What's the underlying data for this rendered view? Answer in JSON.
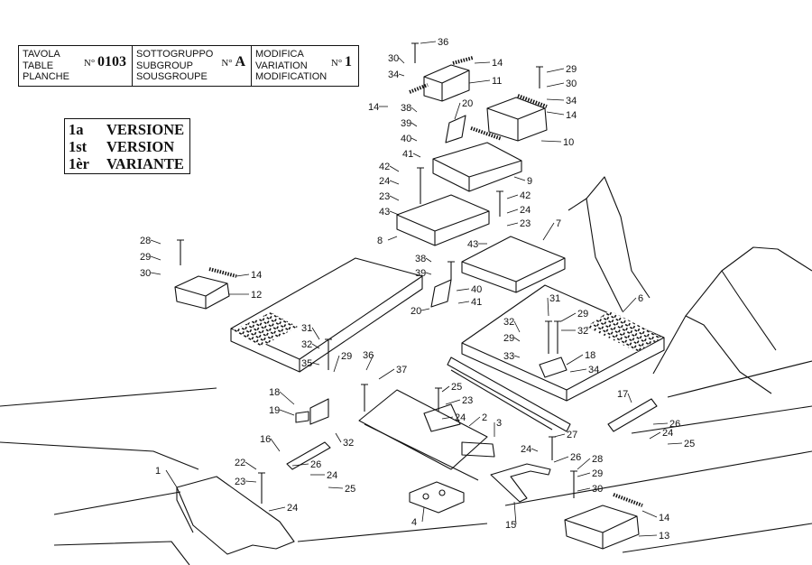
{
  "title_block": {
    "table": {
      "labels": [
        "TAVOLA",
        "TABLE",
        "PLANCHE"
      ],
      "prefix": "N°",
      "number": "0103"
    },
    "subgroup": {
      "labels": [
        "SOTTOGRUPPO",
        "SUBGROUP",
        "SOUSGROUPE"
      ],
      "prefix": "N°",
      "number": "A"
    },
    "variation": {
      "labels": [
        "MODIFICA",
        "VARIATION",
        "MODIFICATION"
      ],
      "prefix": "N°",
      "number": "1"
    }
  },
  "version_box": {
    "rows": [
      {
        "num": "1a",
        "word": "VERSIONE"
      },
      {
        "num": "1st",
        "word": "VERSION"
      },
      {
        "num": "1èr",
        "word": "VARIANTE"
      }
    ]
  },
  "callouts": [
    "36",
    "30",
    "34",
    "14",
    "11",
    "29",
    "30",
    "34",
    "14",
    "38",
    "39",
    "40",
    "20",
    "14",
    "10",
    "41",
    "42",
    "24",
    "23",
    "43",
    "9",
    "42",
    "24",
    "23",
    "8",
    "43",
    "7",
    "28",
    "29",
    "30",
    "14",
    "12",
    "38",
    "39",
    "40",
    "20",
    "41",
    "31",
    "29",
    "32",
    "32",
    "29",
    "6",
    "33",
    "18",
    "34",
    "31",
    "32",
    "35",
    "29",
    "36",
    "37",
    "25",
    "23",
    "24",
    "2",
    "3",
    "18",
    "19",
    "32",
    "17",
    "26",
    "24",
    "25",
    "16",
    "26",
    "24",
    "25",
    "27",
    "24",
    "26",
    "22",
    "23",
    "24",
    "1",
    "4",
    "15",
    "28",
    "29",
    "30",
    "14",
    "13"
  ]
}
